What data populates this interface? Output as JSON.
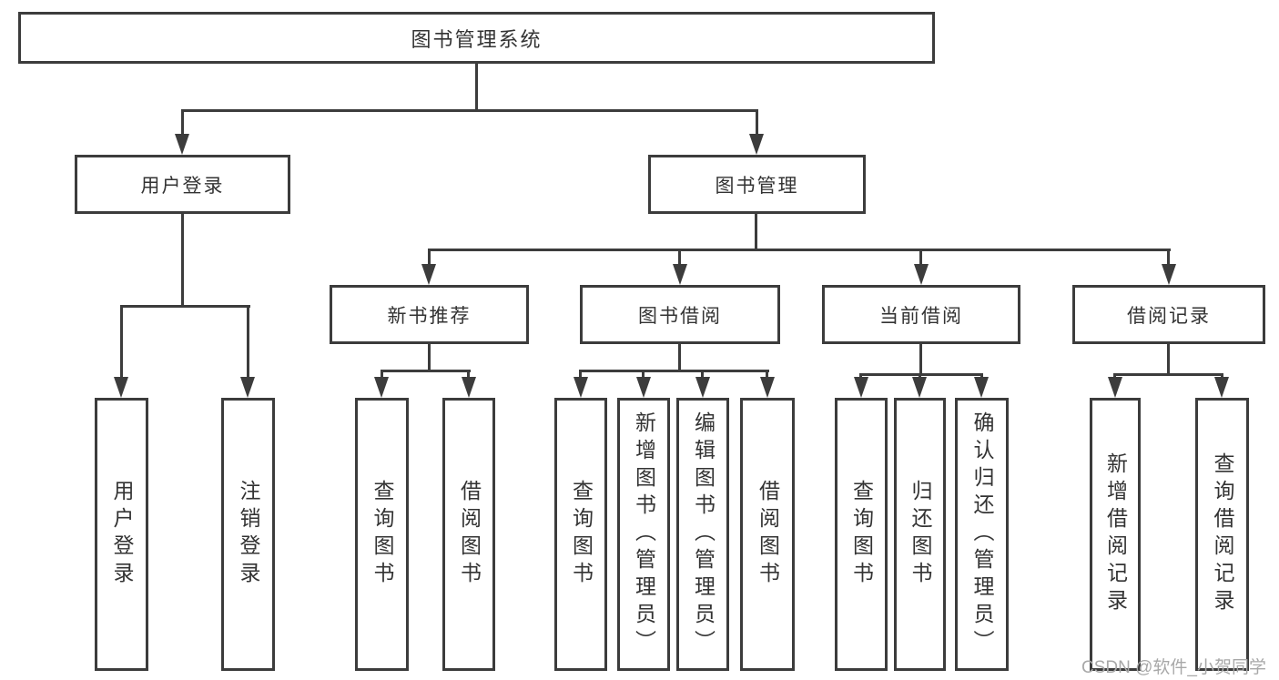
{
  "tree": {
    "root": "图书管理系统",
    "children": [
      {
        "label": "用户登录",
        "children": [
          "用户登录",
          "注销登录"
        ]
      },
      {
        "label": "图书管理",
        "children": [
          {
            "label": "新书推荐",
            "children": [
              "查询图书",
              "借阅图书"
            ]
          },
          {
            "label": "图书借阅",
            "children": [
              "查询图书",
              "新增图书（管理员）",
              "编辑图书（管理员）",
              "借阅图书"
            ]
          },
          {
            "label": "当前借阅",
            "children": [
              "查询图书",
              "归还图书",
              "确认归还（管理员）"
            ]
          },
          {
            "label": "借阅记录",
            "children": [
              "新增借阅记录",
              "查询借阅记录"
            ]
          }
        ]
      }
    ]
  },
  "watermark": "CSDN @软件_小贺同学",
  "colors": {
    "line": "#3c3c3c",
    "text": "#333333",
    "watermark": "#a8a8a8",
    "background": "#ffffff"
  }
}
